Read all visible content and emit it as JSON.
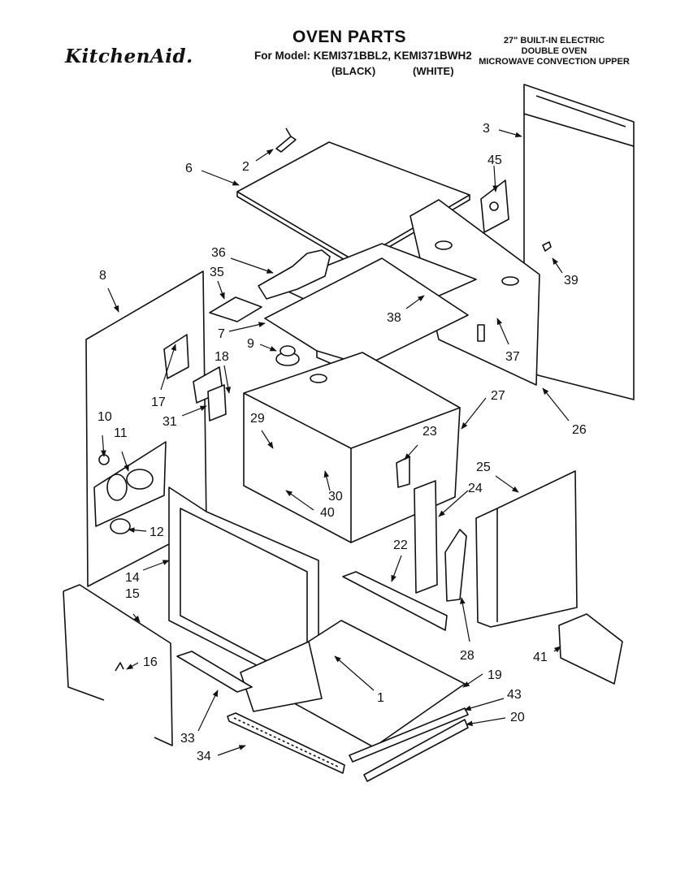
{
  "header": {
    "brand": "KitchenAid.",
    "title": "OVEN PARTS",
    "model_line": "For Model: KEMI371BBL2, KEMI371BWH2",
    "finish_black": "(BLACK)",
    "finish_white": "(WHITE)",
    "description": [
      "27\" BUILT-IN ELECTRIC",
      "DOUBLE OVEN",
      "MICROWAVE CONVECTION UPPER"
    ]
  },
  "callouts": [
    {
      "id": "c1",
      "label": "1"
    },
    {
      "id": "c2",
      "label": "2"
    },
    {
      "id": "c3",
      "label": "3"
    },
    {
      "id": "c6",
      "label": "6"
    },
    {
      "id": "c7",
      "label": "7"
    },
    {
      "id": "c8",
      "label": "8"
    },
    {
      "id": "c9",
      "label": "9"
    },
    {
      "id": "c10",
      "label": "10"
    },
    {
      "id": "c11",
      "label": "11"
    },
    {
      "id": "c12",
      "label": "12"
    },
    {
      "id": "c14",
      "label": "14"
    },
    {
      "id": "c15",
      "label": "15"
    },
    {
      "id": "c16",
      "label": "16"
    },
    {
      "id": "c17",
      "label": "17"
    },
    {
      "id": "c18",
      "label": "18"
    },
    {
      "id": "c19",
      "label": "19"
    },
    {
      "id": "c20",
      "label": "20"
    },
    {
      "id": "c22",
      "label": "22"
    },
    {
      "id": "c23",
      "label": "23"
    },
    {
      "id": "c24",
      "label": "24"
    },
    {
      "id": "c25",
      "label": "25"
    },
    {
      "id": "c26",
      "label": "26"
    },
    {
      "id": "c27",
      "label": "27"
    },
    {
      "id": "c28",
      "label": "28"
    },
    {
      "id": "c29",
      "label": "29"
    },
    {
      "id": "c30",
      "label": "30"
    },
    {
      "id": "c31",
      "label": "31"
    },
    {
      "id": "c33",
      "label": "33"
    },
    {
      "id": "c34",
      "label": "34"
    },
    {
      "id": "c35",
      "label": "35"
    },
    {
      "id": "c36",
      "label": "36"
    },
    {
      "id": "c37",
      "label": "37"
    },
    {
      "id": "c38",
      "label": "38"
    },
    {
      "id": "c39",
      "label": "39"
    },
    {
      "id": "c40",
      "label": "40"
    },
    {
      "id": "c41",
      "label": "41"
    },
    {
      "id": "c43",
      "label": "43"
    },
    {
      "id": "c45",
      "label": "45"
    }
  ]
}
